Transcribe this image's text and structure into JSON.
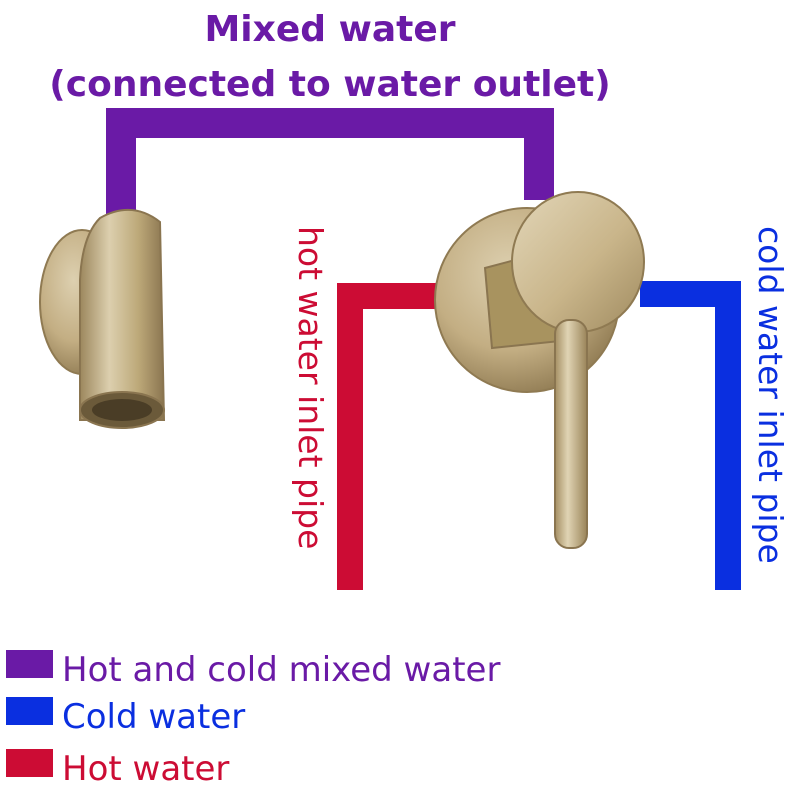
{
  "colors": {
    "mixed": "#6a1aa6",
    "cold": "#0a2fe0",
    "hot": "#cc0c34",
    "brass": "#c3ae83",
    "brass_dark": "#8f7a52"
  },
  "title": {
    "line1": "Mixed water",
    "line2": "(connected to water outlet)"
  },
  "labels": {
    "hot_pipe": "hot water inlet pipe",
    "cold_pipe": "cold water inlet pipe"
  },
  "legend": [
    {
      "key": "mixed",
      "label": "Hot and cold mixed water"
    },
    {
      "key": "cold",
      "label": "Cold water"
    },
    {
      "key": "hot",
      "label": "Hot water"
    }
  ],
  "icons": {
    "spout": "faucet-spout-icon",
    "mixer": "mixer-valve-handle-icon"
  }
}
